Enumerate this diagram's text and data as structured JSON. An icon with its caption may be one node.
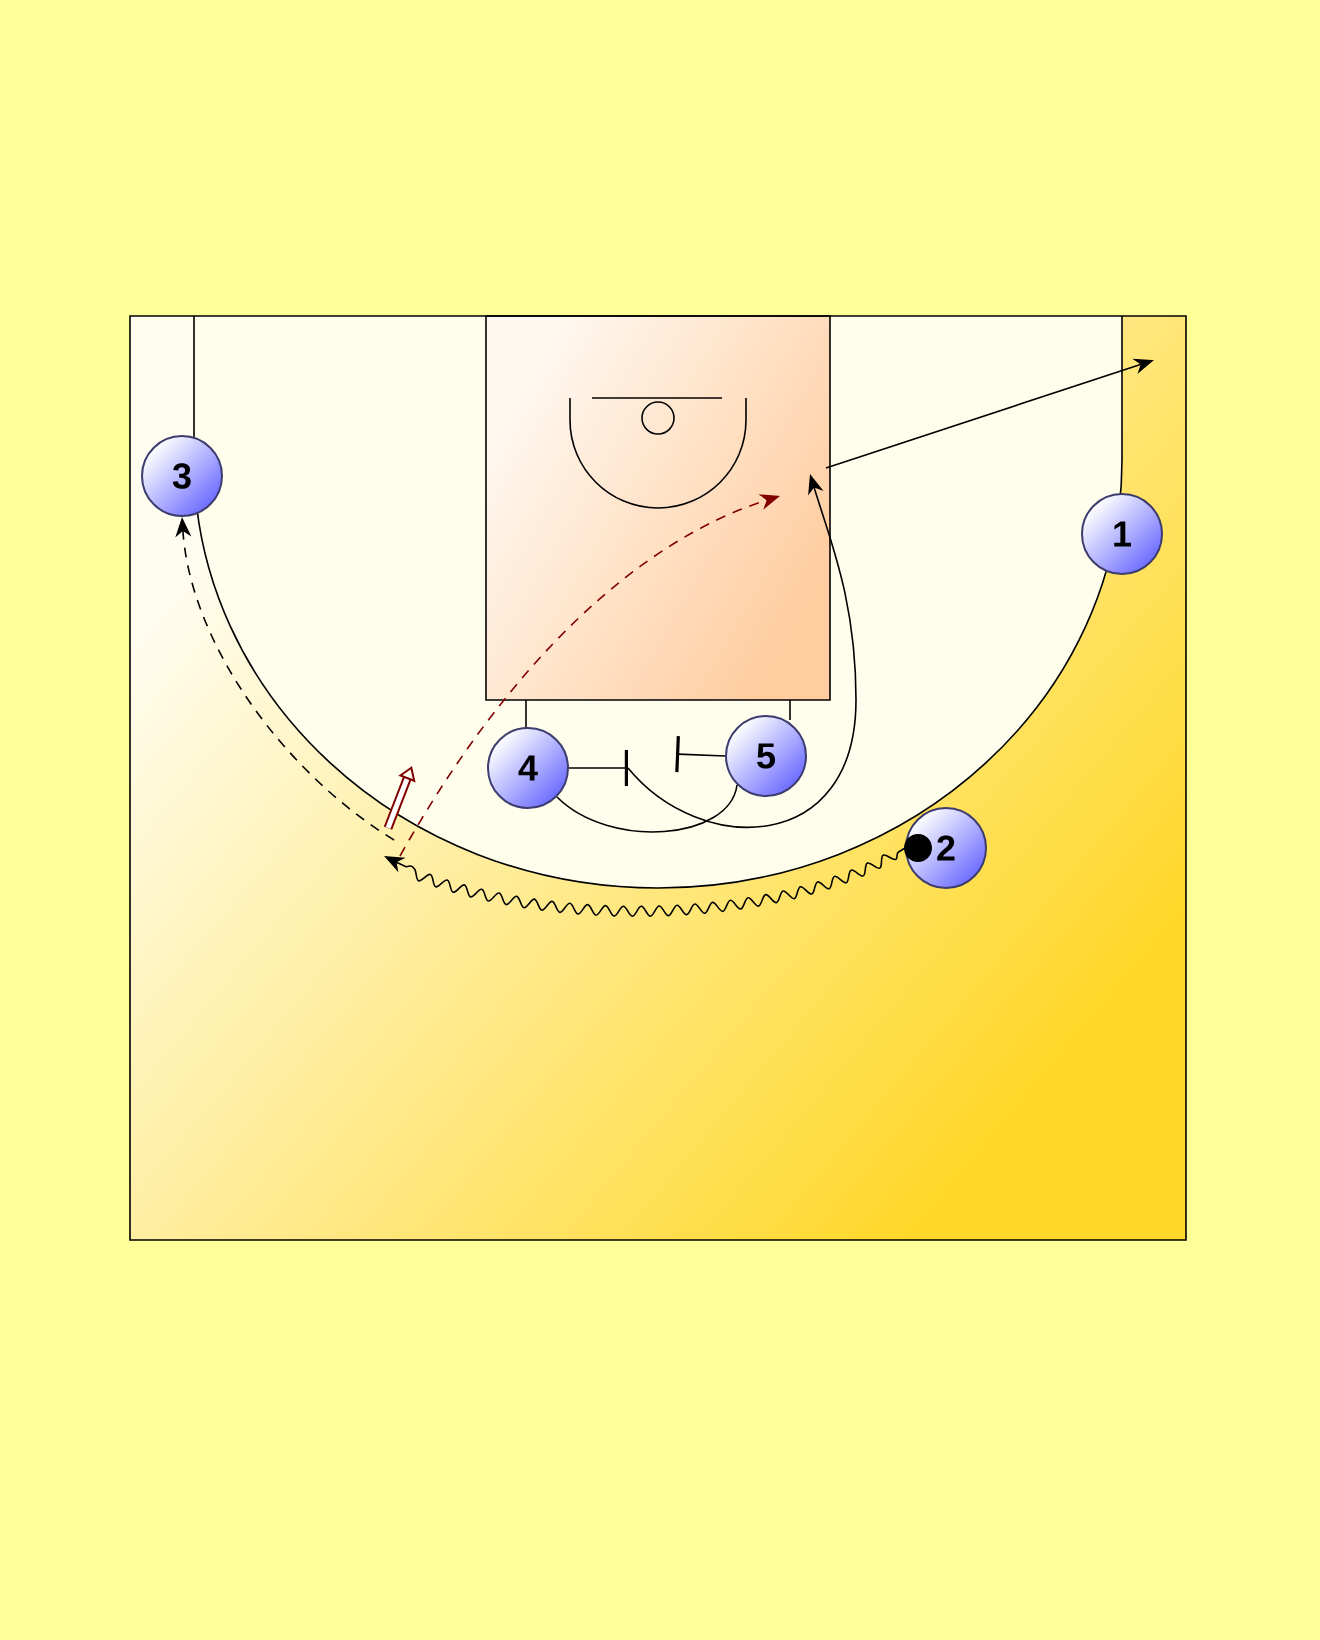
{
  "diagram": {
    "nodes": [
      {
        "text": [
          "3"
        ]
      },
      {
        "text": [
          "1"
        ]
      },
      {
        "text": [
          "4"
        ]
      },
      {
        "text": [
          "5"
        ]
      },
      {
        "text": [
          "2"
        ]
      }
    ],
    "edges": [
      {
        "from": 4,
        "to": null,
        "arrow": "to"
      },
      {
        "from": null,
        "to": 0,
        "arrow": "to",
        "style": "dashed"
      },
      {
        "from": 2,
        "to": null,
        "arrow": "other"
      },
      {
        "from": 3,
        "to": null,
        "arrow": "other"
      },
      {
        "from": 2,
        "to": 3,
        "arrow": "none"
      }
    ]
  }
}
